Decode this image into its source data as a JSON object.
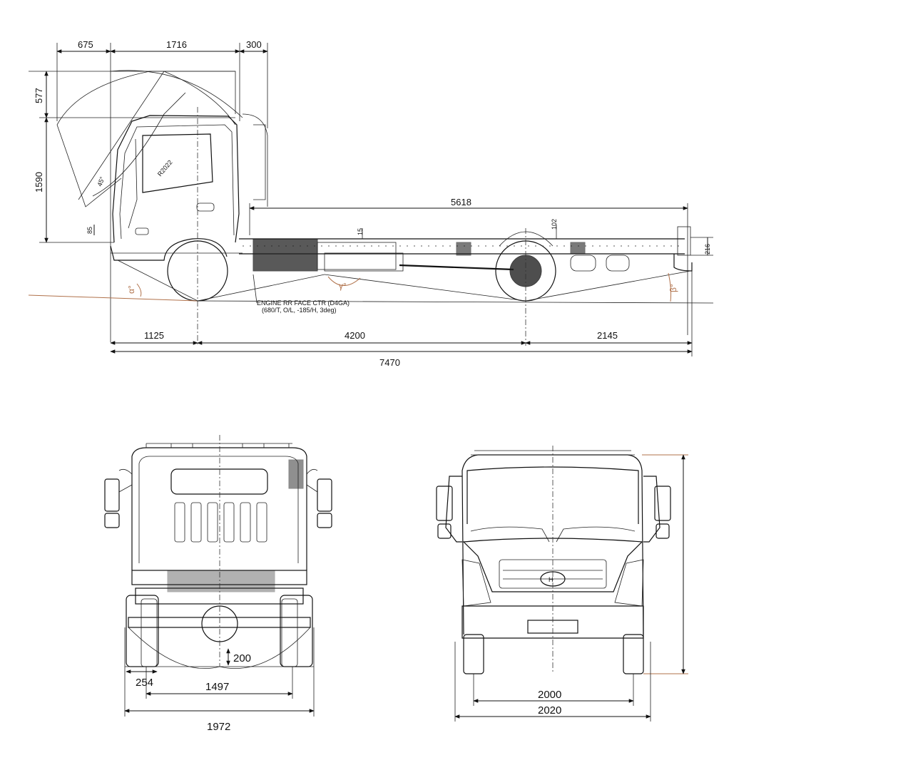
{
  "side_view": {
    "top_dims": {
      "front_overhang_cab": "675",
      "cab_length": "1716",
      "cab_gap": "300"
    },
    "vertical_dims": {
      "tilt_height": "577",
      "cab_height": "1590",
      "step_height": "85"
    },
    "tilt_angle": "45°",
    "cab_marking": "R2022",
    "frame_length": "5618",
    "frame_small_dims": {
      "rear_rise": "102",
      "front_step": "15",
      "frame_height": "216"
    },
    "angles": {
      "approach": "α°",
      "ramp": "γ°",
      "departure": "β°"
    },
    "engine_note": {
      "line1": "ENGINE RR FACE CTR (D4GA)",
      "line2": "(680/T, O/L, -185/H, 3deg)"
    },
    "bottom_dims": {
      "front_overhang": "1125",
      "wheelbase": "4200",
      "rear_overhang": "2145",
      "overall_length": "7470"
    }
  },
  "rear_view": {
    "ground_clearance": "200",
    "wheel_offset": "254",
    "rear_track": "1497",
    "overall_width": "1972"
  },
  "front_view": {
    "front_track": "2000",
    "overall_width": "2020"
  }
}
